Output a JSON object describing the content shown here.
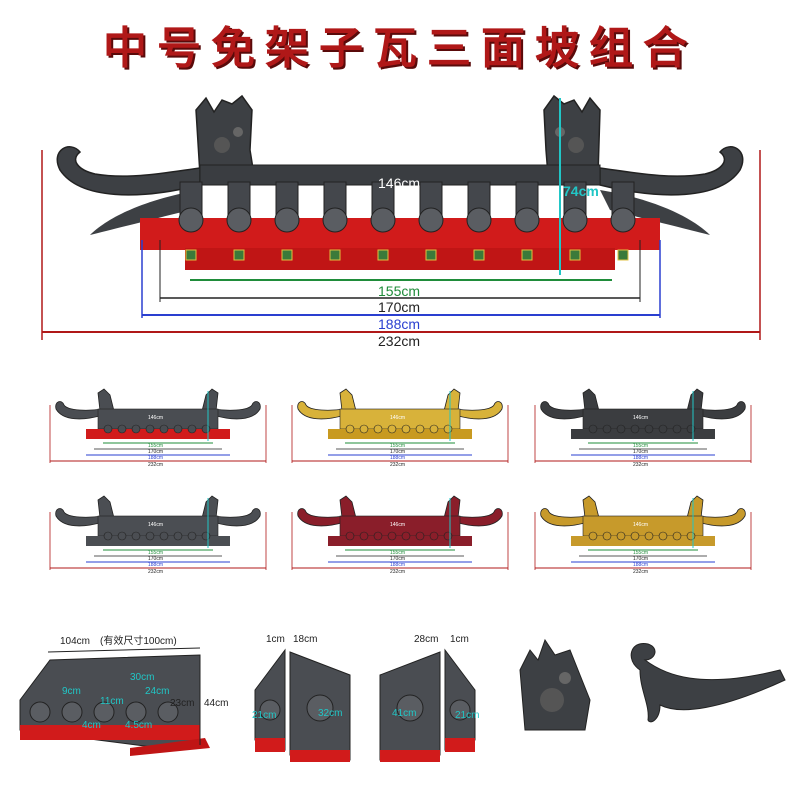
{
  "title": "中号免架子瓦三面坡组合",
  "main_roof": {
    "dims": {
      "ridge": "146cm",
      "height": "74cm",
      "inner": "155cm",
      "mid": "170cm",
      "outer": "188cm",
      "total": "232cm"
    },
    "colors": {
      "green": "#1f8c3a",
      "blue": "#2a3fd0",
      "black": "#222222",
      "red_line": "#b01818",
      "cyan": "#21c6c6"
    }
  },
  "variants": [
    {
      "name": "grey-red",
      "roof": "#4a4d52",
      "body": "#d11b1b"
    },
    {
      "name": "gold",
      "roof": "#d8b23a",
      "body": "#c89a20"
    },
    {
      "name": "dark-grey",
      "roof": "#3b3d40",
      "body": "#3b3d40"
    },
    {
      "name": "grey",
      "roof": "#4b4e53",
      "body": "#4b4e53"
    },
    {
      "name": "maroon",
      "roof": "#8a1e2a",
      "body": "#8a1e2a"
    },
    {
      "name": "amber",
      "roof": "#c79a2b",
      "body": "#c79a2b"
    }
  ],
  "variant_dims": {
    "ridge": "146cm",
    "inner": "155cm",
    "mid": "170cm",
    "outer": "188cm",
    "total": "232cm"
  },
  "parts": {
    "straight_section": {
      "length": "104cm",
      "effective": "(有效尺寸100cm)",
      "d1": "9cm",
      "d2": "30cm",
      "d3": "11cm",
      "d4": "24cm",
      "d5": "4cm",
      "d6": "4.5cm",
      "d7": "23cm",
      "height": "44cm"
    },
    "corner_left": {
      "top1": "1cm",
      "top2": "18cm",
      "a": "21cm",
      "b": "32cm"
    },
    "corner_right": {
      "top1": "28cm",
      "top2": "1cm",
      "a": "41cm",
      "b": "21cm"
    }
  }
}
